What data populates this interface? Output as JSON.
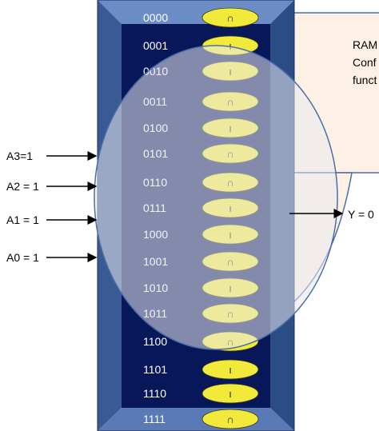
{
  "device": {
    "colors": {
      "bevel_left": "#3a5a94",
      "bevel_top": "#6c8cc6",
      "bevel_right": "#2c4c86",
      "bevel_bottom": "#5a7ab6",
      "face": "#08175a",
      "cell_fill": "#f2ea3a",
      "overlay": "#e9e9ee"
    },
    "rows": [
      {
        "address": "0000",
        "bit_glyph": "∩"
      },
      {
        "address": "0001",
        "bit_glyph": "ı"
      },
      {
        "address": "0010",
        "bit_glyph": "ı"
      },
      {
        "address": "0011",
        "bit_glyph": "∩"
      },
      {
        "address": "0100",
        "bit_glyph": "ı"
      },
      {
        "address": "0101",
        "bit_glyph": "∩"
      },
      {
        "address": "0110",
        "bit_glyph": "∩"
      },
      {
        "address": "0111",
        "bit_glyph": "ı"
      },
      {
        "address": "1000",
        "bit_glyph": "ı"
      },
      {
        "address": "1001",
        "bit_glyph": "∩"
      },
      {
        "address": "1010",
        "bit_glyph": "ı"
      },
      {
        "address": "1011",
        "bit_glyph": "∩"
      },
      {
        "address": "1100",
        "bit_glyph": "∩"
      },
      {
        "address": "1101",
        "bit_glyph": "ı"
      },
      {
        "address": "1110",
        "bit_glyph": "ı"
      },
      {
        "address": "1111",
        "bit_glyph": "∩"
      }
    ]
  },
  "inputs": [
    {
      "label": "A3=1"
    },
    {
      "label": "A2 = 1"
    },
    {
      "label": "A1 = 1"
    },
    {
      "label": "A0 = 1"
    }
  ],
  "output": {
    "label": "Y = 0"
  },
  "callout": {
    "lines": [
      "RAM",
      "Conf",
      "funct"
    ],
    "fill": "#fdf1e6",
    "stroke": "#4a6ea8"
  }
}
